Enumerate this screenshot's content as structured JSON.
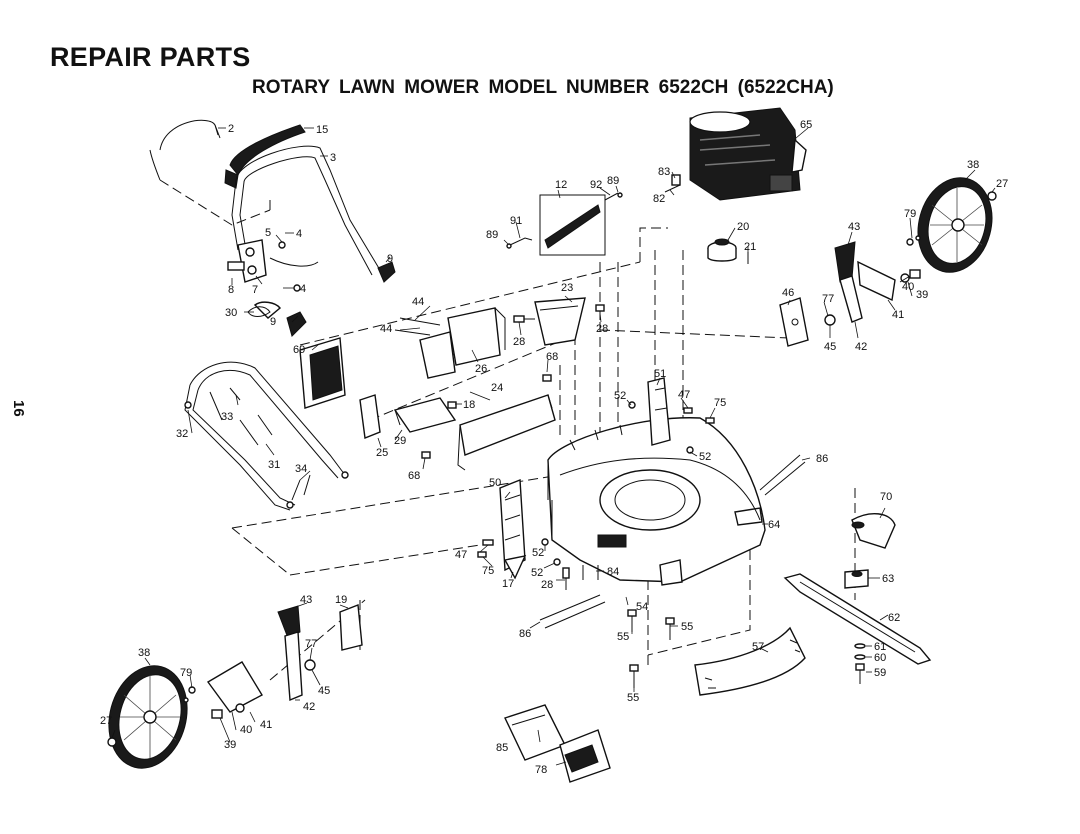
{
  "header": {
    "title": "REPAIR PARTS",
    "subtitle": "ROTARY LAWN MOWER MODEL NUMBER 6522CH (6522CHA)",
    "page_number": "16"
  },
  "callouts": {
    "c2": "2",
    "c15": "15",
    "c3": "3",
    "c5": "5",
    "c4a": "4",
    "c4b": "4",
    "c9a": "9",
    "c9b": "9",
    "c8": "8",
    "c7": "7",
    "c30": "30",
    "c69": "69",
    "c33": "33",
    "c32": "32",
    "c31": "31",
    "c34": "34",
    "c44a": "44",
    "c44b": "44",
    "c26": "26",
    "c28a": "28",
    "c28b": "28",
    "c28c": "28",
    "c23": "23",
    "c12": "12",
    "c92": "92",
    "c89a": "89",
    "c91": "91",
    "c89b": "89",
    "c83": "83",
    "c82": "82",
    "c65": "65",
    "c20": "20",
    "c21": "21",
    "c18": "18",
    "c24": "24",
    "c68a": "68",
    "c68b": "68",
    "c29": "29",
    "c25": "25",
    "c51": "51",
    "c52a": "52",
    "c52b": "52",
    "c52c": "52",
    "c52d": "52",
    "c47a": "47",
    "c47b": "47",
    "c75a": "75",
    "c75b": "75",
    "c86a": "86",
    "c86b": "86",
    "c50": "50",
    "c64": "64",
    "c17": "17",
    "c84": "84",
    "c54": "54",
    "c55a": "55",
    "c55b": "55",
    "c55c": "55",
    "c70": "70",
    "c63": "63",
    "c62": "62",
    "c61": "61",
    "c60": "60",
    "c59": "59",
    "c57": "57",
    "c85": "85",
    "c78": "78",
    "c38a": "38",
    "c27a": "27",
    "c43a": "43",
    "c79a": "79",
    "c46": "46",
    "c77a": "77",
    "c40a": "40",
    "c39a": "39",
    "c41a": "41",
    "c45a": "45",
    "c42a": "42",
    "c43b": "43",
    "c19": "19",
    "c38b": "38",
    "c79b": "79",
    "c77b": "77",
    "c45b": "45",
    "c42b": "42",
    "c27b": "27",
    "c40b": "40",
    "c41b": "41",
    "c39b": "39"
  }
}
